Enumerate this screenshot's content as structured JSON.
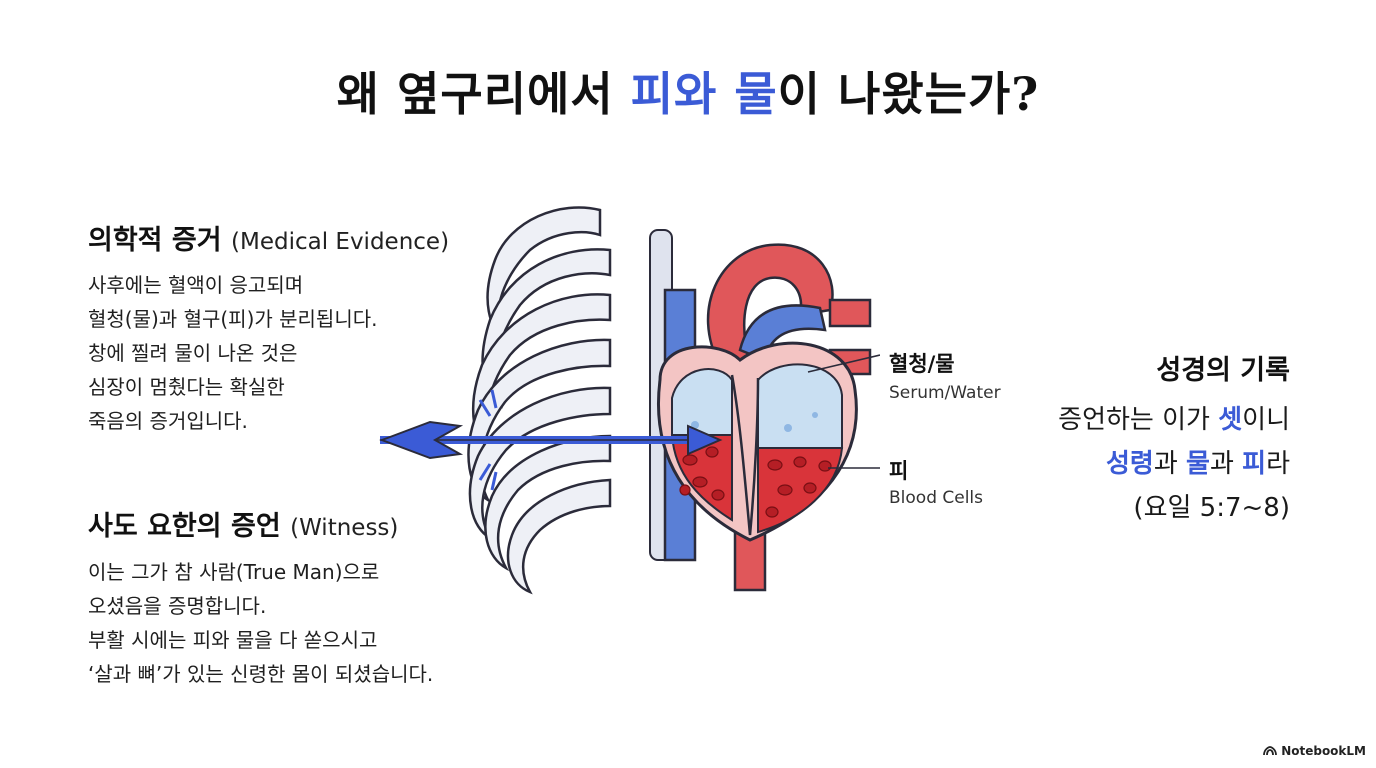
{
  "title": {
    "part1": "왜 옆구리에서 ",
    "highlight1": "피와 물",
    "part2": "이 나왔는가?"
  },
  "medical": {
    "heading": "의학적 증거",
    "heading_en": "(Medical Evidence)",
    "lines": [
      "사후에는 혈액이 응고되며",
      "혈청(물)과 혈구(피)가 분리됩니다.",
      "창에 찔려 물이 나온 것은",
      "심장이 멈췄다는 확실한",
      "죽음의 증거입니다."
    ]
  },
  "witness": {
    "heading": "사도 요한의 증언",
    "heading_en": "(Witness)",
    "lines": [
      "이는 그가 참 사람(True Man)으로",
      "오셨음을 증명합니다.",
      "부활 시에는 피와 물을 다 쏟으시고",
      "‘살과 뼈’가 있는 신령한 몸이 되셨습니다."
    ]
  },
  "labels": {
    "serum_ko": "혈청/물",
    "serum_en": "Serum/Water",
    "blood_ko": "피",
    "blood_en": "Blood Cells"
  },
  "scripture": {
    "heading": "성경의 기록",
    "line1_a": "증언하는 이가 ",
    "line1_hl": "셋",
    "line1_b": "이니",
    "line2_hl1": "성령",
    "line2_a": "과 ",
    "line2_hl2": "물",
    "line2_b": "과 ",
    "line2_hl3": "피",
    "line2_c": "라",
    "line3": "(요일 5:7~8)"
  },
  "watermark": {
    "icon": "notebooklm-logo-icon",
    "text": "NotebookLM"
  },
  "colors": {
    "accent": "#3b5bd6",
    "blood": "#d9343a",
    "water": "#c9dff2",
    "vessel_blue": "#5a7fd6",
    "vessel_red": "#e0575a"
  }
}
